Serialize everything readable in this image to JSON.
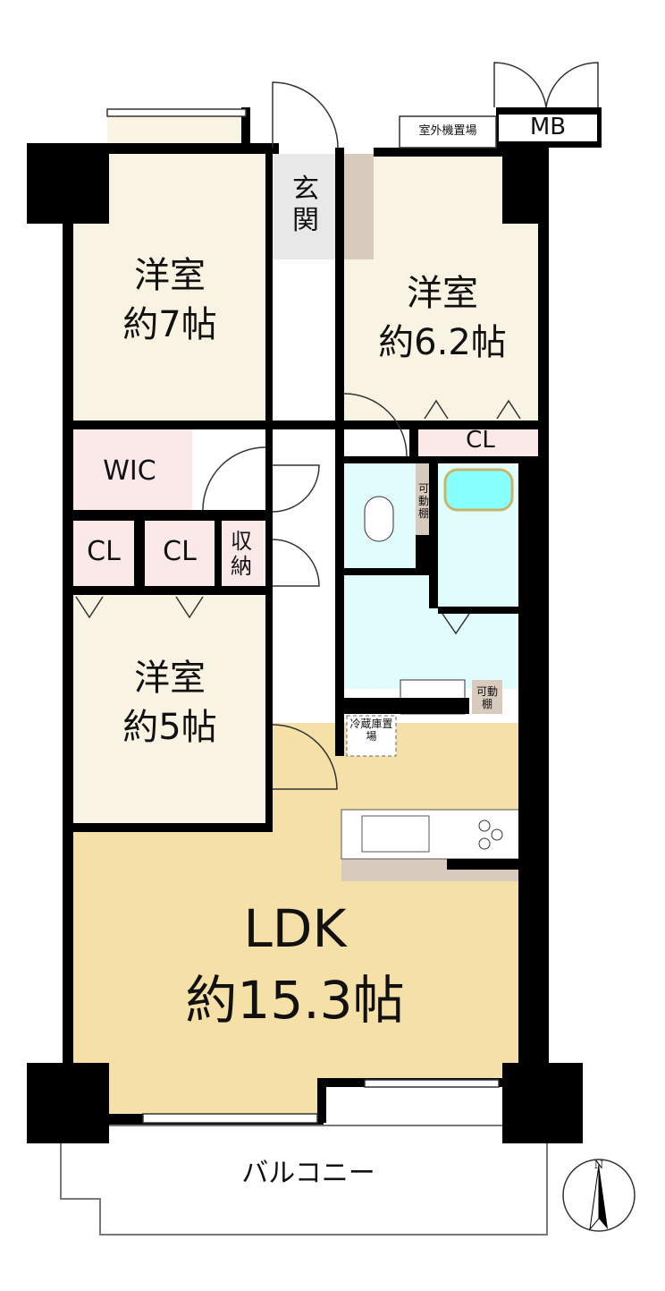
{
  "rooms": {
    "western_7": {
      "name": "洋室",
      "size": "約7帖"
    },
    "western_6_2": {
      "name": "洋室",
      "size": "約6.2帖"
    },
    "western_5": {
      "name": "洋室",
      "size": "約5帖"
    },
    "ldk": {
      "name": "LDK",
      "size": "約15.3帖"
    },
    "genkan": "玄関",
    "wic": "WIC",
    "cl_right": "CL",
    "cl_left_1": "CL",
    "cl_left_2": "CL",
    "storage": "収納",
    "movable_shelf_1": "可動棚",
    "movable_shelf_2": "可動棚",
    "fridge": "冷蔵庫置場",
    "outdoor_unit": "室外機置場",
    "mb": "MB",
    "balcony": "バルコニー"
  },
  "compass": {
    "label": "N"
  },
  "colors": {
    "room": "#f8f3e3",
    "ldk": "#f5e0a8",
    "closet": "#fbe9ea",
    "wet": "#e0fcfc",
    "genkan": "#e8e8e8",
    "shelf": "#d8cbbd",
    "wall": "#000000"
  }
}
